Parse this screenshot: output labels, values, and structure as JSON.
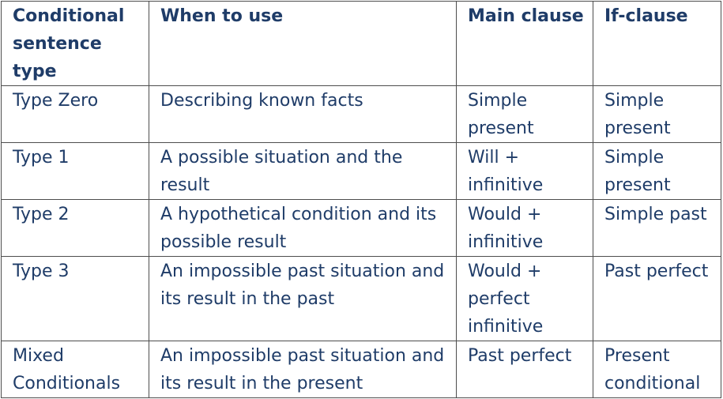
{
  "table": {
    "headers": [
      "Conditional sentence type",
      "When to use",
      "Main clause",
      "If-clause"
    ],
    "rows": [
      [
        "Type Zero",
        "Describing known facts",
        "Simple present",
        "Simple present"
      ],
      [
        "Type 1",
        "A possible situation and the result",
        "Will + infinitive",
        "Simple present"
      ],
      [
        "Type 2",
        "A hypothetical condition and its possible result",
        "Would + infinitive",
        "Simple past"
      ],
      [
        "Type 3",
        "An impossible past situation and its result in the past",
        "Would + perfect infinitive",
        "Past perfect"
      ],
      [
        "Mixed Conditionals",
        "An impossible past situation and its result in the present",
        "Past perfect",
        "Present conditional"
      ]
    ]
  }
}
